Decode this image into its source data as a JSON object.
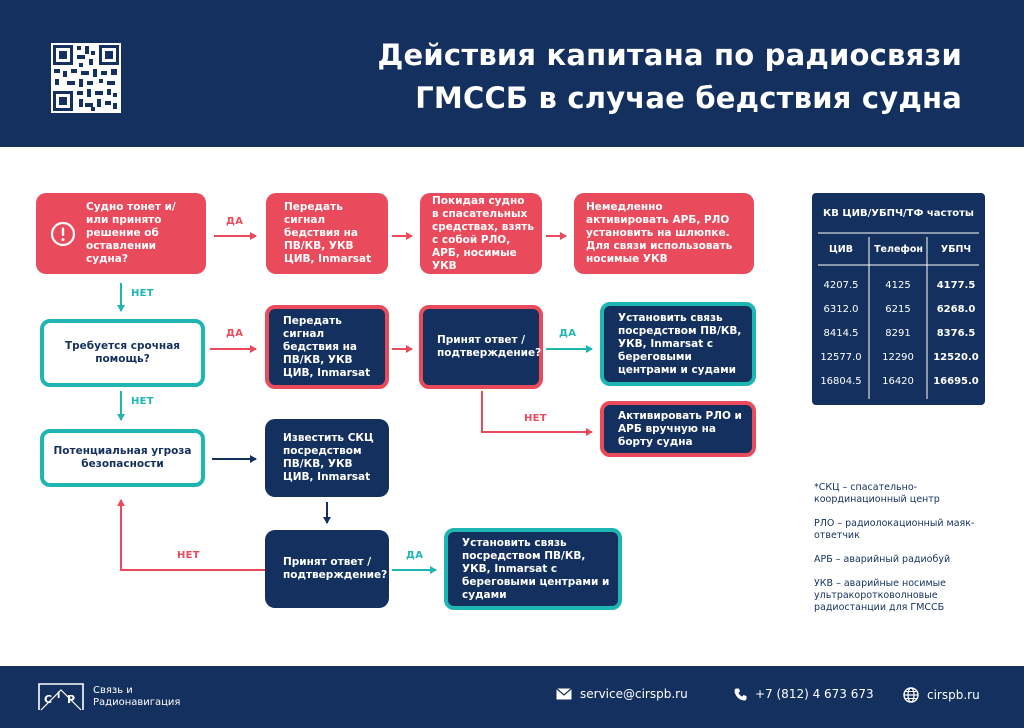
{
  "header": {
    "title_line1": "Действия капитана по радиосвязи",
    "title_line2": "ГМССБ в случае бедствия судна",
    "qr_icon": "qr-code-icon"
  },
  "flow": {
    "b1": "Судно тонет и/или принято решение об оставлении судна?",
    "b2": "Передать сигнал бедствия на ПВ/КВ, УКВ ЦИВ, Inmarsat",
    "b3": "Покидая судно в спасательных средствах, взять с собой РЛО, АРБ, носимые УКВ",
    "b4": "Немедленно активировать АРБ, РЛО установить на шлюпке. Для связи использовать носимые УКВ",
    "b5": "Требуется срочная помощь?",
    "b6": "Передать сигнал бедствия на ПВ/КВ, УКВ ЦИВ, Inmarsat",
    "b7": "Принят ответ / подтверждение?",
    "b8": "Установить связь посредством ПВ/КВ, УКВ, Inmarsat с береговыми центрами и судами",
    "b9": "Активировать РЛО и АРБ вручную на борту судна",
    "b10": "Потенциальная угроза безопасности",
    "b11": "Известить СКЦ посредством ПВ/КВ, УКВ ЦИВ, Inmarsat",
    "b12": "Принят ответ / подтверждение?",
    "b13": "Установить связь посредством ПВ/КВ, УКВ, Inmarsat с береговыми центрами и судами",
    "yes": "ДА",
    "no": "НЕТ",
    "warning_icon": "exclamation-circle-icon"
  },
  "table": {
    "title": "КВ ЦИВ/УБПЧ/ТФ частоты",
    "headers": [
      "ЦИВ",
      "Телефон",
      "УБПЧ"
    ],
    "rows": [
      [
        "4207.5",
        "4125",
        "4177.5"
      ],
      [
        "6312.0",
        "6215",
        "6268.0"
      ],
      [
        "8414.5",
        "8291",
        "8376.5"
      ],
      [
        "12577.0",
        "12290",
        "12520.0"
      ],
      [
        "16804.5",
        "16420",
        "16695.0"
      ]
    ]
  },
  "notes": [
    "*СКЦ – спасательно-координационный центр",
    "РЛО – радиолокационный маяк-ответчик",
    "АРБ – аварийный радиобуй",
    "УКВ – аварийные носимые ультракоротковолновые радиостанции для ГМССБ"
  ],
  "footer": {
    "brand_line1": "Связь и",
    "brand_line2": "Радионавигация",
    "email": "service@cirspb.ru",
    "phone": "+7 (812) 4 673 673",
    "site": "cirspb.ru"
  },
  "colors": {
    "navy": "#14305e",
    "red": "#ea4b5c",
    "teal": "#1fb5b3"
  }
}
